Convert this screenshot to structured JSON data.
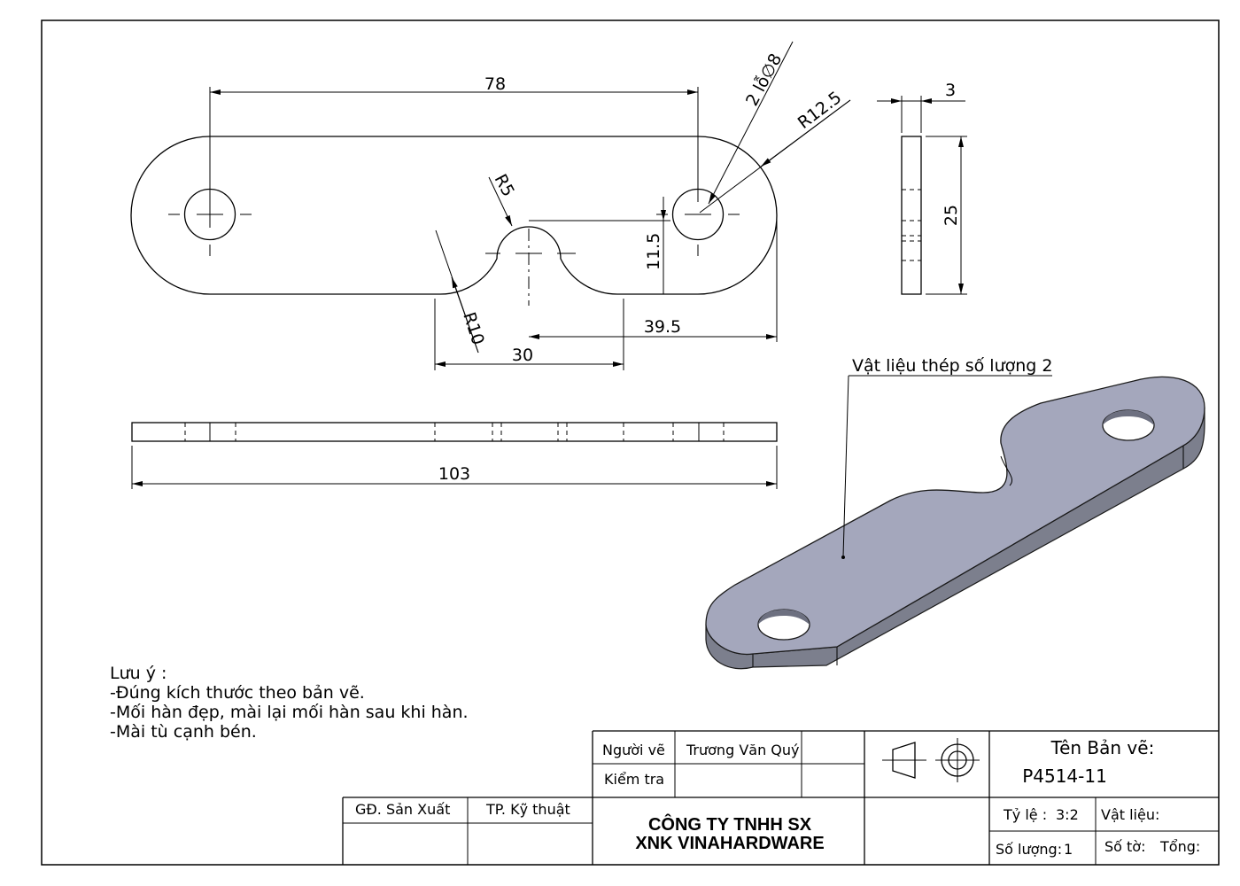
{
  "dimensions": {
    "length_78": "78",
    "holes": "2 lỗ∅8",
    "radius_12_5": "R12.5",
    "radius_5": "R5",
    "height_11_5": "11.5",
    "radius_10": "R10",
    "length_39_5": "39.5",
    "length_30": "30",
    "length_103": "103",
    "thickness_3": "3",
    "height_25": "25"
  },
  "leader_note": "Vật liệu thép số lượng 2",
  "notes": {
    "title": "Lưu ý :",
    "items": [
      "-Đúng kích thước theo bản vẽ.",
      "-Mối hàn đẹp, mài lại mối hàn sau khi hàn.",
      "-Mài tù cạnh bén."
    ]
  },
  "title_block": {
    "drawn_by_label": "Người vẽ",
    "drawn_by_value": "Trương Văn Quý",
    "checked_label": "Kiểm tra",
    "checked_value": "",
    "production_director": "GĐ. Sản Xuất",
    "technical_head": "TP. Kỹ thuật",
    "company_line1": "CÔNG TY TNHH SX",
    "company_line2": "XNK VINAHARDWARE",
    "drawing_name_label": "Tên Bản vẽ:",
    "drawing_number": "P4514-11",
    "scale_label": "Tỷ lệ :",
    "scale_value": "3:2",
    "material_label": "Vật liệu:",
    "quantity_label": "Số lượng:",
    "quantity_value": "1",
    "sheet_label": "Số tờ:",
    "total_label": "Tổng:"
  },
  "colors": {
    "part_top_face": "#a4a7bc",
    "part_side_face": "#7c7f8d",
    "part_edge": "#1a1a1a"
  },
  "icons": [
    "projection-symbol-icon"
  ]
}
